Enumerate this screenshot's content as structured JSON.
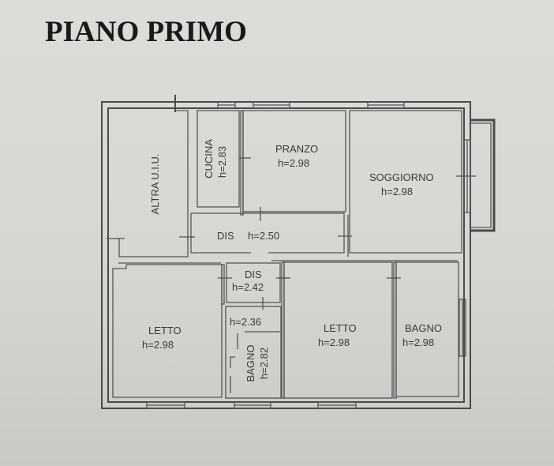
{
  "title": "PIANO PRIMO",
  "colors": {
    "paper": "#d8d8d4",
    "lines": "#4a4a4a",
    "text": "#1a1a1a"
  },
  "rooms": [
    {
      "id": "altra-uiu",
      "name": "ALTRA U.I.U.",
      "height": "",
      "rotated": true
    },
    {
      "id": "cucina",
      "name": "CUCINA",
      "height": "h=2.83",
      "rotated": true
    },
    {
      "id": "pranzo",
      "name": "PRANZO",
      "height": "h=2.98",
      "rotated": false
    },
    {
      "id": "soggiorno",
      "name": "SOGGIORNO",
      "height": "h=2.98",
      "rotated": false
    },
    {
      "id": "dis-1",
      "name": "DIS",
      "height": "h=2.50",
      "rotated": false
    },
    {
      "id": "dis-2",
      "name": "DIS",
      "height": "h=2.42",
      "rotated": false
    },
    {
      "id": "letto-1",
      "name": "LETTO",
      "height": "h=2.98",
      "rotated": false
    },
    {
      "id": "bagno-1",
      "name": "BAGNO",
      "height": "h=2.82",
      "extra_height": "h=2.36",
      "rotated": true
    },
    {
      "id": "letto-2",
      "name": "LETTO",
      "height": "h=2.98",
      "rotated": false
    },
    {
      "id": "bagno-2",
      "name": "BAGNO",
      "height": "h=2.98",
      "rotated": false
    }
  ]
}
